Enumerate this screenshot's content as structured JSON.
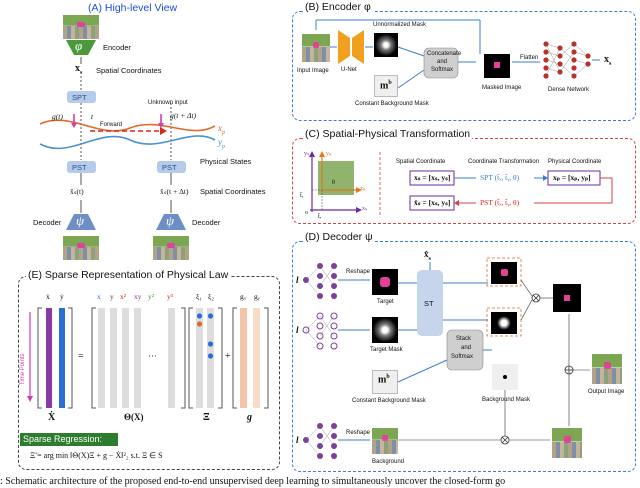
{
  "panelA": {
    "title": "(A) High-level View",
    "phi": "φ",
    "encoder": "Encoder",
    "xs": "x",
    "xs_sub": "s",
    "spatial_coords": "Spatial Coordinates",
    "spt": "SPT",
    "gt": "g(t)",
    "t": "t",
    "forward": "Forward",
    "unknown_input": "Unknown input",
    "gtdt": "g(t + Δt)",
    "xp": "x",
    "xp_sub": "p",
    "yp": "y",
    "yp_sub": "p",
    "physical_states": "Physical States",
    "pst1": "PST",
    "pst2": "PST",
    "xhat_t": "x̂ₛ(t)",
    "xhat_tdt": "x̂ₛ(t + Δt)",
    "spatial_coords2": "Spatial Coordinates",
    "psi": "ψ",
    "decoder1": "Decoder",
    "decoder2": "Decoder",
    "colors": {
      "title": "#1a4fd6",
      "phi_box": "#4a9a3a",
      "psi_box": "#6d8fc5",
      "xp_curve": "#e36a2c",
      "yp_curve": "#4b92cf",
      "forward": "#d6261d"
    }
  },
  "panelB": {
    "title": "(B) Encoder φ",
    "unnormalized_mask": "Unnormalized Mask",
    "input_image": "Input Image",
    "unet": "U-Net",
    "concat": [
      "Concatenate",
      "and",
      "Softmax"
    ],
    "flatten": "Flatten",
    "masked_image": "Masked Image",
    "mb": "m",
    "mb_sup": "b",
    "constant_bg_mask": "Constant Background Mask",
    "dense_network": "Dense Network",
    "xs": "x",
    "xs_sub": "s",
    "colors": {
      "unet": "#f0a01e",
      "border": "#3a7dd0",
      "dense_node": "#b9322b"
    }
  },
  "panelC": {
    "title": "(C) Spatial-Physical Transformation",
    "spatial_coordinate": "Spatial Coordinate",
    "coordinate_transformation": "Coordinate Transformation",
    "physical_coordinate": "Physical Coordinate",
    "xs_eq": "xₛ = [xₛ, yₛ]",
    "spt": "SPT (t̃ₓ, t̃ᵧ, θ)",
    "xp_eq": "xₚ = [xₚ, yₚ]",
    "xhat_eq": "x̂ₛ = [xₛ, yₛ]",
    "pst": "PST (t̃ₓ, t̃ᵧ, θ)",
    "axes": {
      "ys": "yₛ",
      "yp": "yₚ",
      "xp": "xₚ",
      "xs": "xₛ",
      "ty": "t̃ᵧ",
      "tx": "t̃ₓ",
      "o": "o",
      "theta": "θ"
    },
    "colors": {
      "border": "#d64040",
      "spt": "#3a7dd0",
      "pst": "#d6261d",
      "xp_axis": "#e07a1a",
      "ys_axis": "#6a2aa0"
    }
  },
  "panelD": {
    "title": "(D) Decoder ψ",
    "l": "l",
    "reshape1": "Reshape",
    "reshape2": "Reshape",
    "target": "Target",
    "target_mask": "Target Mask",
    "xhat": "x̂",
    "xhat_sub": "s",
    "st": "ST",
    "stack": [
      "Stack",
      "and",
      "Softmax"
    ],
    "mb": "m",
    "mb_sup": "b",
    "constant_bg_mask": "Constant Background Mask",
    "background_mask": "Background Mask",
    "output_image": "Output Image",
    "background": "Background",
    "colors": {
      "border": "#3a7dd0",
      "node_purple": "#7b3f9c",
      "st_box": "#c6d4ec",
      "crop": "#e36a2c"
    }
  },
  "panelE": {
    "title": "(E) Sparse Representation of Physical Law",
    "xdot": "ẋ",
    "ydot": "ẏ",
    "terms": [
      "x",
      "y",
      "x²",
      "xy",
      "y²",
      "y³"
    ],
    "xi": [
      "ξ₁",
      "ξ₂"
    ],
    "g": [
      "gₓ",
      "gᵧ"
    ],
    "time_points": "Time Points",
    "Xdot": "Ẋ",
    "eq": "=",
    "Theta": "Θ(X)",
    "Xi": "Ξ",
    "plus": "+",
    "gbold": "g",
    "dots": "···",
    "sparse_regression": "Sparse Regression:",
    "formula": "Ξ̃ = arg min  ‖Θ(X)Ξ + g − Ẋ‖²₂  s.t.  Ξ ∈ S",
    "colors": {
      "border": "#444444",
      "xdot_col": "#8a3aa0",
      "ydot_col": "#2a6fd6",
      "sparse_bg": "#2e7d2e"
    }
  },
  "caption": ": Schematic architecture of the proposed end-to-end unsupervised deep learning to simultaneously uncover the closed-form go"
}
